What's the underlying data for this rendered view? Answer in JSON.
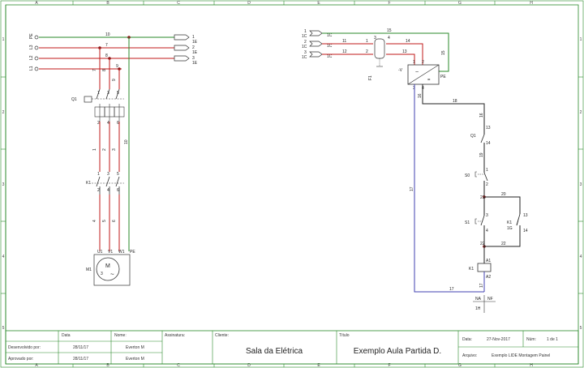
{
  "grid": {
    "columns": [
      "A",
      "B",
      "C",
      "D",
      "E",
      "F",
      "G",
      "H"
    ],
    "rows": [
      "1",
      "2",
      "3",
      "4",
      "5"
    ]
  },
  "colors": {
    "frame": "#2a8a2a",
    "power": "#c01818",
    "pe": "#2a8a2a",
    "neutral": "#4040b0",
    "control": "#222222"
  },
  "power_circuit": {
    "supply": [
      {
        "label": "PE",
        "out": "1",
        "ref": "1E"
      },
      {
        "label": "L3",
        "out": "2",
        "ref": "1E"
      },
      {
        "label": "L2",
        "out": "3",
        "ref": "1E"
      },
      {
        "label": "L1",
        "out": "",
        "ref": ""
      }
    ],
    "bus_wires": [
      "10",
      "7",
      "8",
      "9"
    ],
    "phase_drops": [
      "7",
      "8",
      "9"
    ],
    "q1": {
      "tag": "Q1",
      "contacts": [
        "1",
        "3",
        "5",
        "2",
        "4",
        "6"
      ]
    },
    "mid_wires": [
      "1",
      "2",
      "3"
    ],
    "pe_wire": "10",
    "k1": {
      "tag": "K1",
      "contacts": [
        "1",
        "3",
        "5",
        "2",
        "4",
        "6"
      ]
    },
    "low_wires": [
      "4",
      "5",
      "6"
    ],
    "motor": {
      "tag": "M1",
      "symbol": "M",
      "phases": "3",
      "tilde": "~",
      "terminals": [
        "U1",
        "V1",
        "W1",
        "PE"
      ]
    }
  },
  "control_circuit": {
    "inputs": [
      {
        "n": "1",
        "src": "1C",
        "ref": "1C"
      },
      {
        "n": "2",
        "src": "1C",
        "ref": "1C"
      },
      {
        "n": "3",
        "src": "1C",
        "ref": "1C"
      }
    ],
    "in_wires": [
      "15",
      "11",
      "12",
      "13",
      "14"
    ],
    "fuse": {
      "tag": "F1",
      "wire_labels": [
        "3",
        "4"
      ],
      "side_labels": [
        "1",
        "2"
      ]
    },
    "psu": {
      "vin": "-V",
      "pe": "PE",
      "top": [
        "1",
        "2"
      ],
      "bottom": [
        "3",
        "4"
      ],
      "right": "15",
      "dc": "16"
    },
    "wires": [
      "18",
      "16",
      "13",
      "14",
      "19",
      "20",
      "21",
      "22",
      "17"
    ],
    "q1": {
      "tag": "Q1",
      "pins": [
        "13",
        "14"
      ]
    },
    "s0": {
      "tag": "S0",
      "pins": [
        "1",
        "2"
      ]
    },
    "s1": {
      "tag": "S1",
      "pins": [
        "3",
        "4"
      ]
    },
    "k1_aux": {
      "tag": "K1",
      "sub": "1G",
      "pins": [
        "13",
        "14"
      ]
    },
    "coil": {
      "tag": "K1",
      "pins": [
        "A1",
        "A2"
      ]
    },
    "contact_table": {
      "headers": [
        "NA",
        "NF"
      ],
      "ref": "1H"
    }
  },
  "title_block": {
    "headers": {
      "date": "Data",
      "name": "Nome:",
      "signature": "Assinatura:",
      "client": "Cliente:",
      "title": "Título"
    },
    "developed_by": {
      "label": "Desenvolvido por:",
      "date": "28/11/17",
      "name": "Everton M"
    },
    "approved_by": {
      "label": "Aprovado por:",
      "date": "28/11/17",
      "name": "Everton M"
    },
    "client": "Sala da Elétrica",
    "title": "Exemplo Aula Partida D.",
    "date_label": "Data:",
    "date_value": "27-Nov-2017",
    "num_label": "Núm:",
    "num_value": "1 de 1",
    "file_label": "Arquivo:",
    "file_value": "Exemplo LIDE Montagem Painel"
  }
}
